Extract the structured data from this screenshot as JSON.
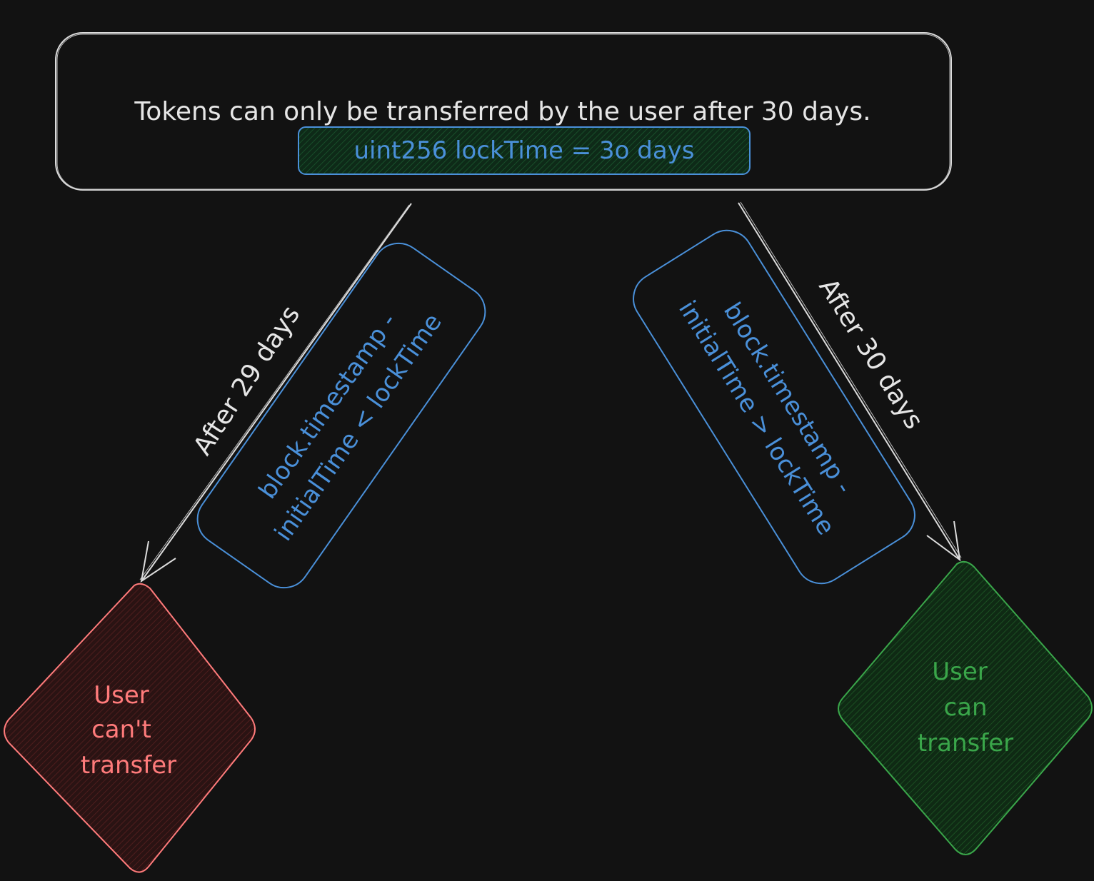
{
  "top_box": {
    "title": "Tokens can only be transferred by the user after 30 days.",
    "code": "uint256 lockTime = 3o days"
  },
  "left_branch": {
    "edge_label": "After 29 days",
    "condition_line1": "block.timestamp -",
    "condition_line2": "initialTime < lockTime",
    "outcome": [
      "User",
      "can't",
      "transfer"
    ]
  },
  "right_branch": {
    "edge_label": "After 30 days",
    "condition_line1": "block.timestamp -",
    "condition_line2": "initialTime > lockTime",
    "outcome": [
      "User",
      "can",
      "transfer"
    ]
  },
  "colors": {
    "background": "#121212",
    "stroke_white": "#dcdcdc",
    "blue": "#4a90d9",
    "red": "#ff7b7b",
    "green": "#3aa64a",
    "fill_blue_hatch": "#0f3a26",
    "fill_red_hatch": "#3a1212",
    "fill_green_hatch": "#0f3318"
  }
}
